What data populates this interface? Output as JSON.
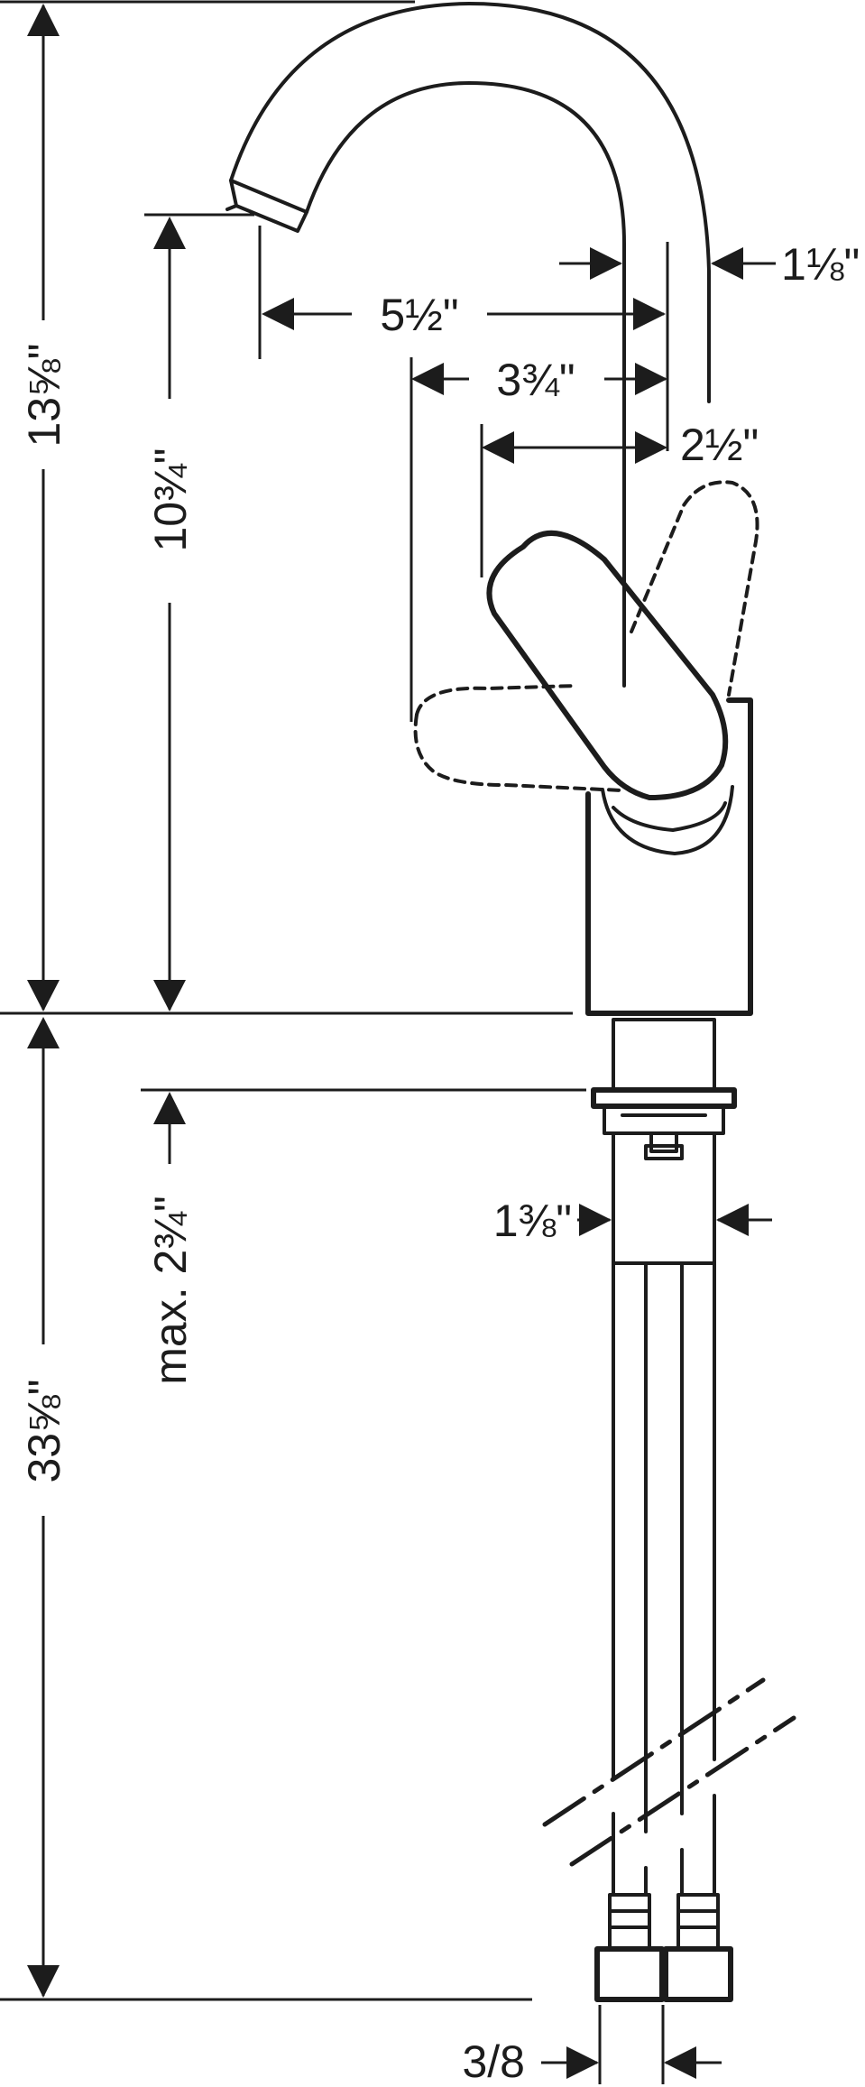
{
  "colors": {
    "line": "#1c1c1c",
    "background": "#ffffff"
  },
  "dimensions": {
    "overall_height_above_deck": "13⅝\"",
    "spout_height": "10¾\"",
    "spout_reach": "5½\"",
    "spout_tube_diameter": "1⅛\"",
    "lever_reach_open": "3¾\"",
    "lever_reach_closed": "2½\"",
    "base_diameter": "1⅜\"",
    "max_deck_thickness": "max. 2¾\"",
    "supply_length": "33⅝\"",
    "supply_connection": "3/8"
  }
}
